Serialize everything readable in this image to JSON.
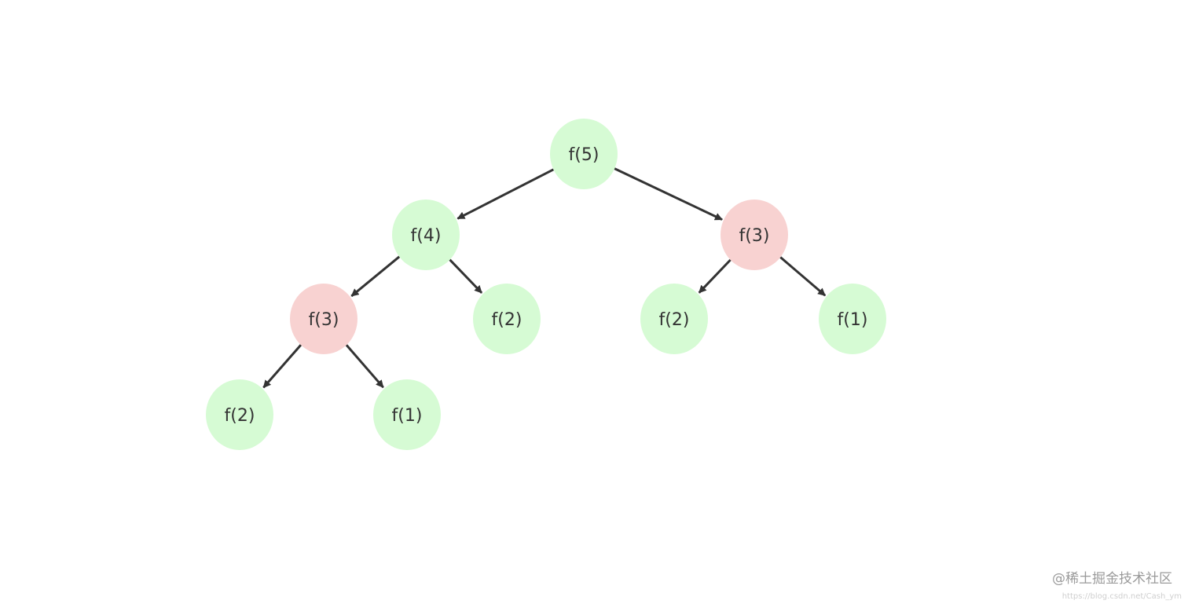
{
  "colors": {
    "normal_node": "#d6fbd4",
    "repeated_node": "#f8d2d1",
    "edge": "#333333",
    "label": "#333333"
  },
  "nodes": [
    {
      "id": "n5",
      "label": "f(5)",
      "repeated": false
    },
    {
      "id": "n4",
      "label": "f(4)",
      "repeated": false
    },
    {
      "id": "n3r",
      "label": "f(3)",
      "repeated": true
    },
    {
      "id": "n3l",
      "label": "f(3)",
      "repeated": true
    },
    {
      "id": "n2a",
      "label": "f(2)",
      "repeated": false
    },
    {
      "id": "n2b",
      "label": "f(2)",
      "repeated": false
    },
    {
      "id": "n1a",
      "label": "f(1)",
      "repeated": false
    },
    {
      "id": "n2c",
      "label": "f(2)",
      "repeated": false
    },
    {
      "id": "n1b",
      "label": "f(1)",
      "repeated": false
    }
  ],
  "edges": [
    {
      "from": "n5",
      "to": "n4"
    },
    {
      "from": "n5",
      "to": "n3r"
    },
    {
      "from": "n4",
      "to": "n3l"
    },
    {
      "from": "n4",
      "to": "n2a"
    },
    {
      "from": "n3r",
      "to": "n2b"
    },
    {
      "from": "n3r",
      "to": "n1a"
    },
    {
      "from": "n3l",
      "to": "n2c"
    },
    {
      "from": "n3l",
      "to": "n1b"
    }
  ],
  "watermark": {
    "text": "@稀土掘金技术社区",
    "url": "https://blog.csdn.net/Cash_ym"
  }
}
